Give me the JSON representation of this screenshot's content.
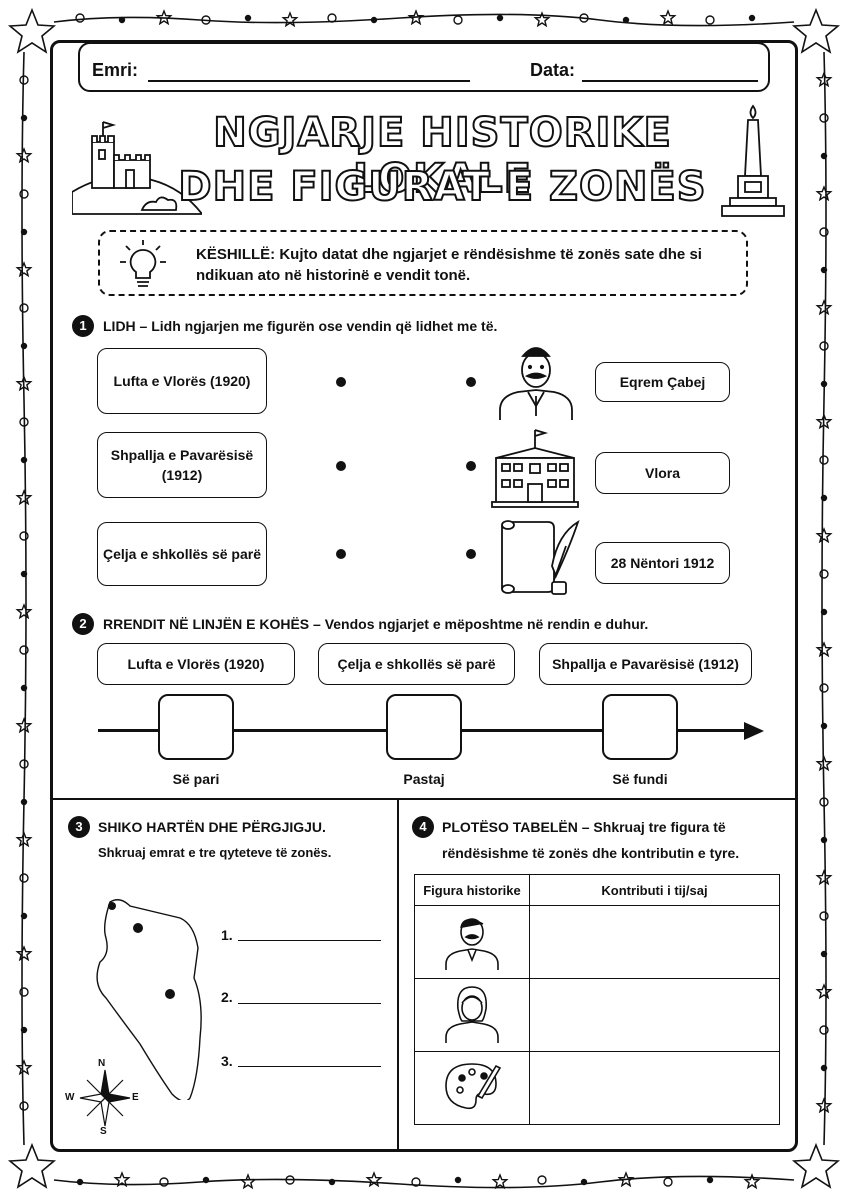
{
  "header": {
    "name_label": "Emri:",
    "date_label": "Data:"
  },
  "title": {
    "line1": "NGJARJE HISTORIKE LOKALE",
    "line2": "DHE FIGURAT E ZONËS"
  },
  "tip": {
    "label": "KËSHILLË:",
    "text": "Kujto datat dhe ngjarjet e rëndësishme të zonës sate dhe si ndikuan ato në historinë e vendit tonë."
  },
  "section1": {
    "number": "1",
    "title": "LIDH – Lidh ngjarjen me figurën ose vendin që lidhet me të.",
    "left": [
      "Lufta e Vlorës (1920)",
      "Shpallja e Pavarësisë (1912)",
      "Çelja e shkollës së parë"
    ],
    "right": [
      "Eqrem Çabej",
      "Vlora",
      "28 Nëntori 1912"
    ],
    "icons": [
      "man-portrait-icon",
      "school-building-icon",
      "scroll-quill-icon"
    ]
  },
  "section2": {
    "number": "2",
    "title": "RRENDIT NË LINJËN E KOHËS – Vendos ngjarjet e mëposhtme në rendin e duhur.",
    "events": [
      "Lufta e Vlorës (1920)",
      "Çelja e shkollës së parë",
      "Shpallja e Pavarësisë (1912)"
    ],
    "labels": [
      "Së pari",
      "Pastaj",
      "Së fundi"
    ]
  },
  "section3": {
    "number": "3",
    "title": "SHIKO HARTËN DHE PËRGJIGJU.",
    "subtitle": "Shkruaj emrat e tre qyteteve të zonës.",
    "answers": [
      "1.",
      "2.",
      "3."
    ],
    "compass": {
      "n": "N",
      "e": "E",
      "s": "S",
      "w": "W"
    }
  },
  "section4": {
    "number": "4",
    "title_line1": "PLOTËSO TABELËN – Shkruaj tre figura të",
    "title_line2": "rëndësishme të zonës dhe kontributin e tyre.",
    "headers": [
      "Figura historike",
      "Kontributi i tij/saj"
    ],
    "rows": [
      {
        "icon": "man-portrait-icon",
        "value": ""
      },
      {
        "icon": "woman-portrait-icon",
        "value": ""
      },
      {
        "icon": "palette-icon",
        "value": ""
      }
    ]
  }
}
